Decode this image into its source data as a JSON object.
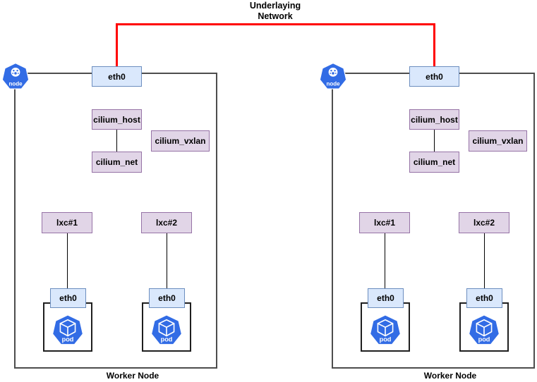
{
  "diagram_title": {
    "line1": "Underlaying",
    "line2": "Network"
  },
  "colors": {
    "red_link": "#ff0000",
    "eth_fill": "#dae8fc",
    "eth_border": "#6c8ebf",
    "cilium_fill": "#e1d5e7",
    "cilium_border": "#9673a6",
    "k8s_blue": "#326ce5",
    "worker_border": "#4d4d4d",
    "pod_border": "#1f1f1f",
    "connector": "#000000",
    "text": "#000000"
  },
  "icons": {
    "node": "kubernetes-node-heptagon-icon",
    "pod": "kubernetes-pod-heptagon-icon"
  },
  "nodes": [
    {
      "worker_label": "Worker Node",
      "node_icon_label": "node",
      "eth0_label": "eth0",
      "cilium_host_label": "cilium_host",
      "cilium_net_label": "cilium_net",
      "cilium_vxlan_label": "cilium_vxlan",
      "containers": [
        {
          "lxc_label": "lxc#1",
          "eth_label": "eth0",
          "pod_icon_label": "pod"
        },
        {
          "lxc_label": "lxc#2",
          "eth_label": "eth0",
          "pod_icon_label": "pod"
        }
      ]
    },
    {
      "worker_label": "Worker Node",
      "node_icon_label": "node",
      "eth0_label": "eth0",
      "cilium_host_label": "cilium_host",
      "cilium_net_label": "cilium_net",
      "cilium_vxlan_label": "cilium_vxlan",
      "containers": [
        {
          "lxc_label": "lxc#1",
          "eth_label": "eth0",
          "pod_icon_label": "pod"
        },
        {
          "lxc_label": "lxc#2",
          "eth_label": "eth0",
          "pod_icon_label": "pod"
        }
      ]
    }
  ]
}
